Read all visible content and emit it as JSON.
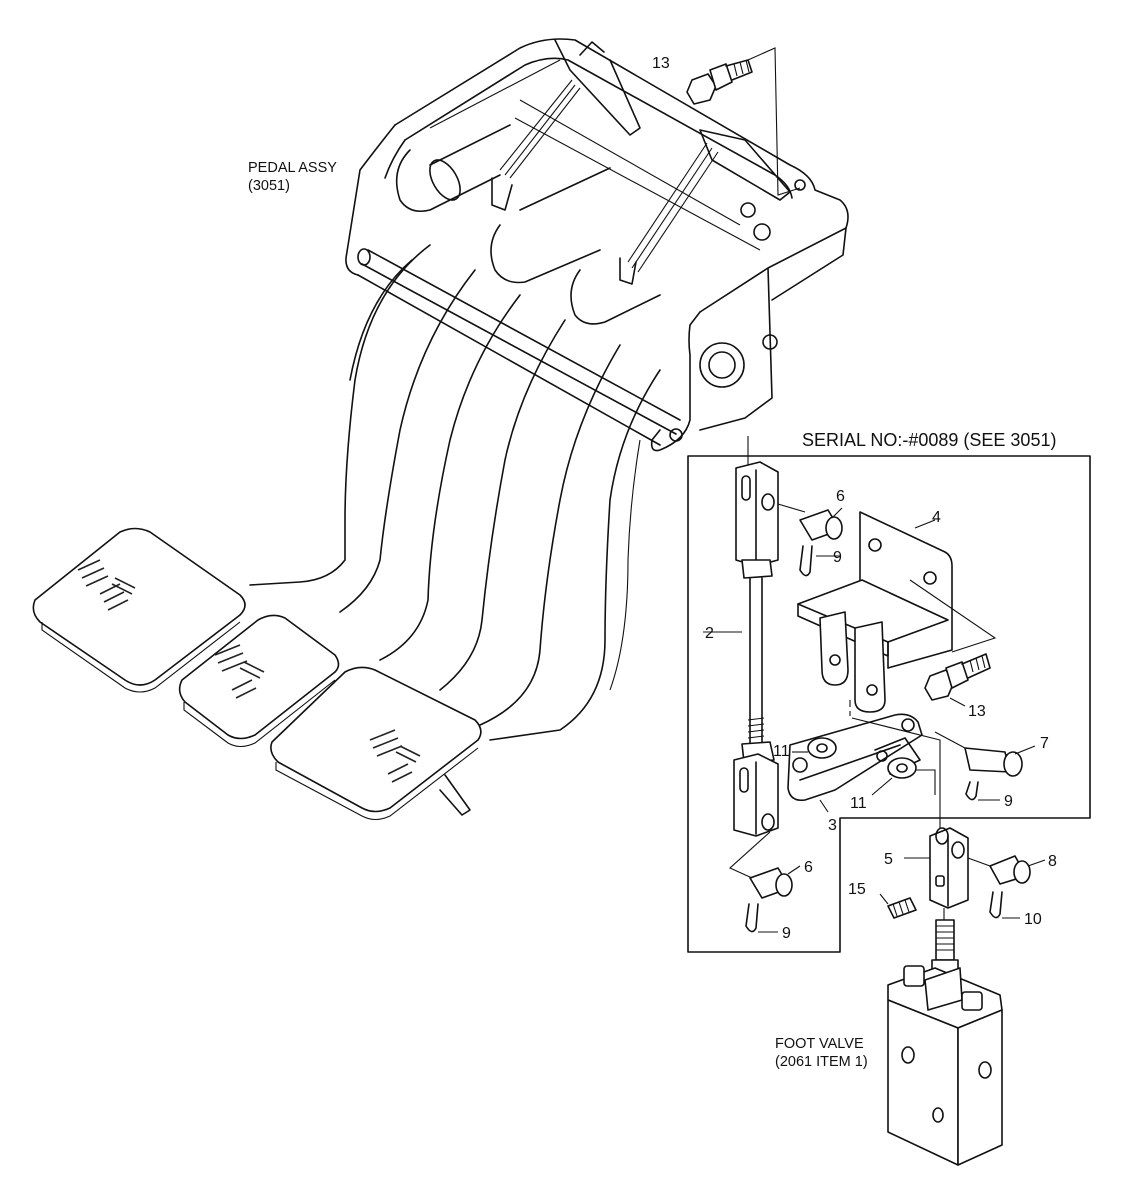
{
  "notes": {
    "pedal_assy": [
      "PEDAL ASSY",
      "(3051)"
    ],
    "serial": "SERIAL NO:-#0089 (SEE 3051)",
    "foot_valve": [
      "FOOT VALVE",
      "(2061 ITEM 1)"
    ]
  },
  "callouts": {
    "c13_top": "13",
    "c6_top": "6",
    "c9_top": "9",
    "c4": "4",
    "c2": "2",
    "c13_mid": "13",
    "c7": "7",
    "c11_a": "11",
    "c11_b": "11",
    "c9_mid": "9",
    "c3": "3",
    "c5": "5",
    "c8": "8",
    "c6_bot": "6",
    "c15": "15",
    "c10": "10",
    "c9_bot": "9"
  }
}
